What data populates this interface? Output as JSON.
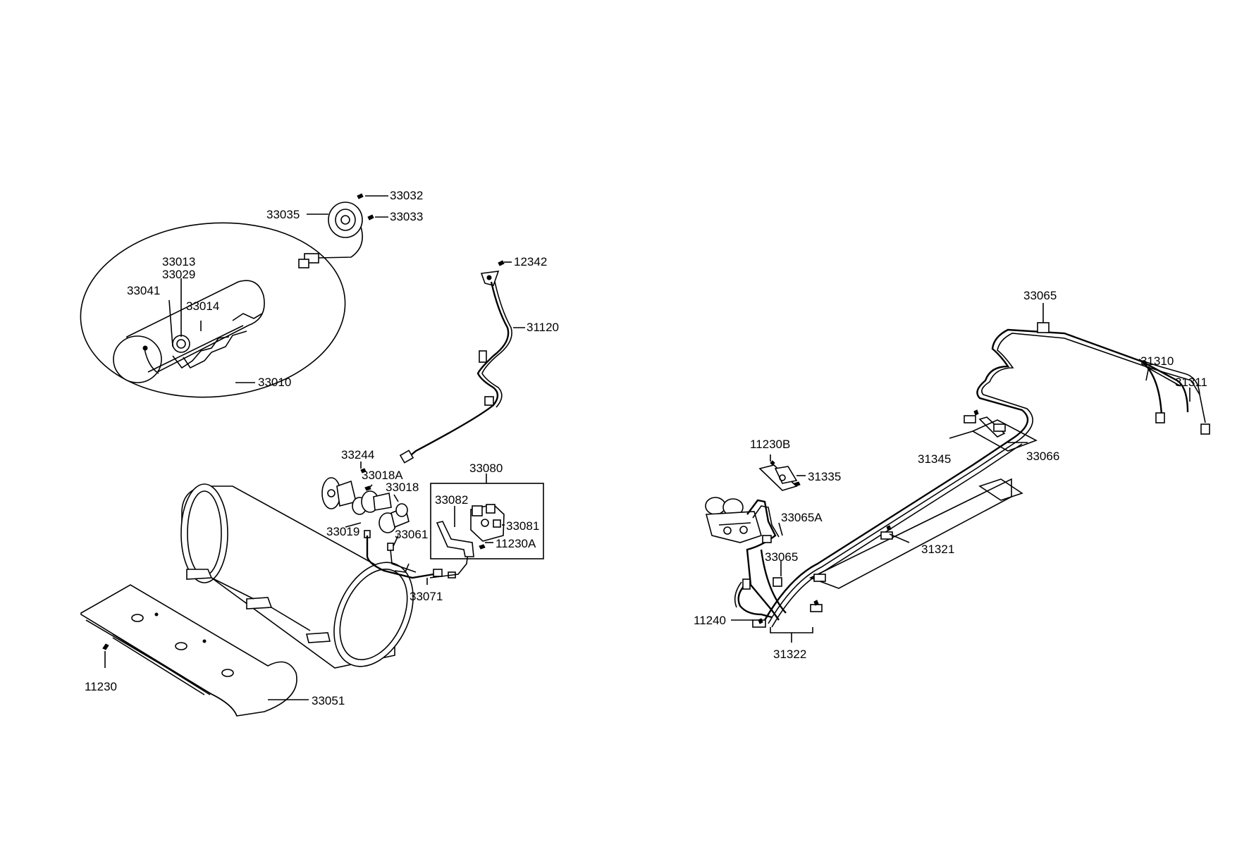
{
  "diagram": {
    "labels": {
      "p33032": "33032",
      "p33035": "33035",
      "p33033": "33033",
      "p12342": "12342",
      "p33013": "33013",
      "p33029": "33029",
      "p33041": "33041",
      "p33014": "33014",
      "p31120": "31120",
      "p33010": "33010",
      "p33244": "33244",
      "p33080": "33080",
      "p33018A": "33018A",
      "p33018": "33018",
      "p33082": "33082",
      "p33081": "33081",
      "p33019": "33019",
      "p33061": "33061",
      "p11230A": "11230A",
      "p33071": "33071",
      "p11230": "11230",
      "p33051": "33051",
      "p33065_top": "33065",
      "p31310": "31310",
      "p31311": "31311",
      "p31345": "31345",
      "p33066": "33066",
      "p11230B": "11230B",
      "p31335": "31335",
      "p33065A": "33065A",
      "p31321": "31321",
      "p33065_mid": "33065",
      "p11240": "11240",
      "p31322": "31322"
    }
  }
}
